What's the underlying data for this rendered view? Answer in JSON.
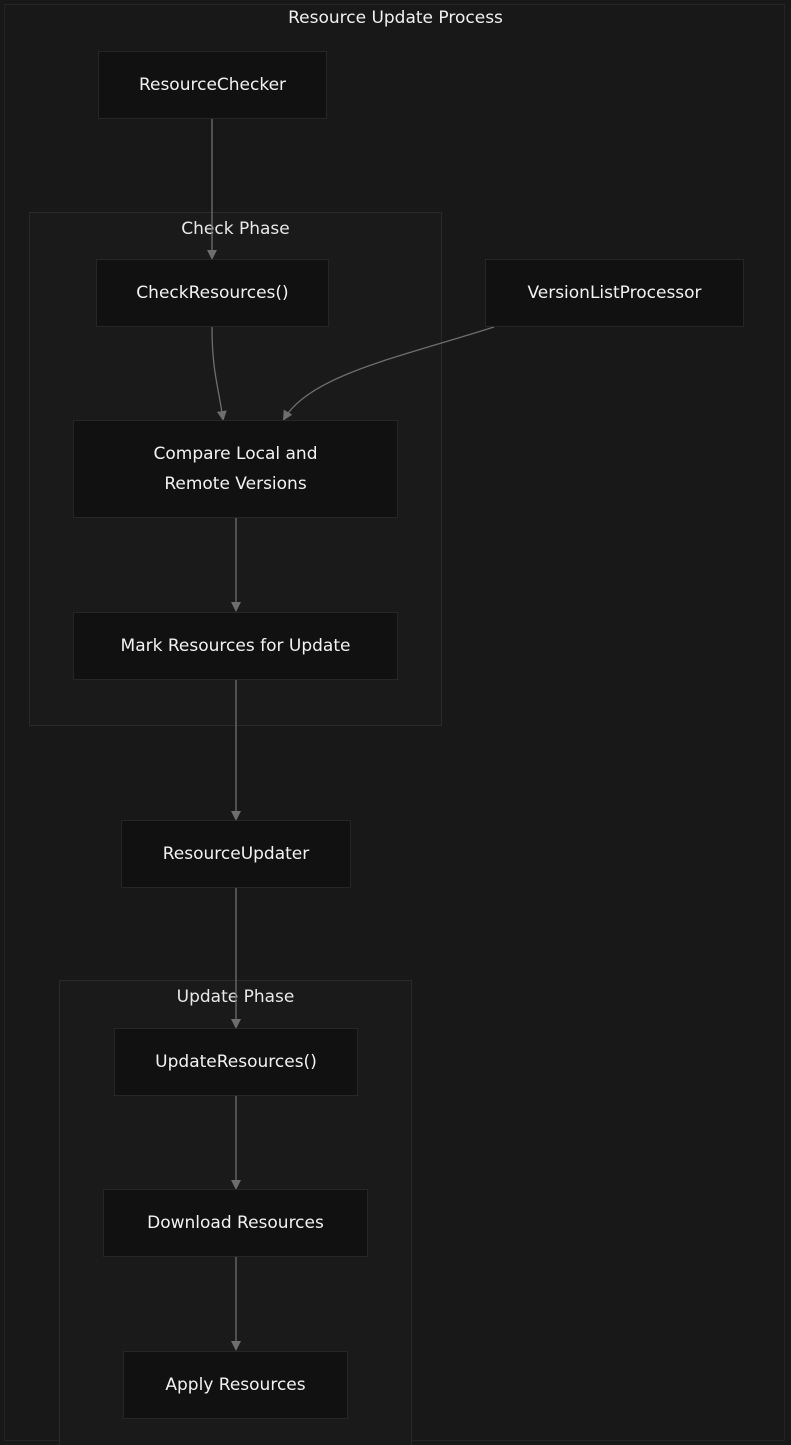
{
  "diagram": {
    "title": "Resource Update Process",
    "clusters": {
      "check": {
        "label": "Check Phase"
      },
      "update": {
        "label": "Update Phase"
      }
    },
    "nodes": {
      "resource_checker": "ResourceChecker",
      "check_resources": "CheckResources()",
      "version_list_processor": "VersionListProcessor",
      "compare_versions": "Compare Local and\nRemote Versions",
      "mark_resources": "Mark Resources for Update",
      "resource_updater": "ResourceUpdater",
      "update_resources": "UpdateResources()",
      "download_resources": "Download Resources",
      "apply_resources": "Apply Resources"
    },
    "edges": [
      {
        "from": "resource_checker",
        "to": "check_resources"
      },
      {
        "from": "check_resources",
        "to": "compare_versions"
      },
      {
        "from": "version_list_processor",
        "to": "compare_versions"
      },
      {
        "from": "compare_versions",
        "to": "mark_resources"
      },
      {
        "from": "mark_resources",
        "to": "resource_updater"
      },
      {
        "from": "resource_updater",
        "to": "update_resources"
      },
      {
        "from": "update_resources",
        "to": "download_resources"
      },
      {
        "from": "download_resources",
        "to": "apply_resources"
      }
    ]
  }
}
